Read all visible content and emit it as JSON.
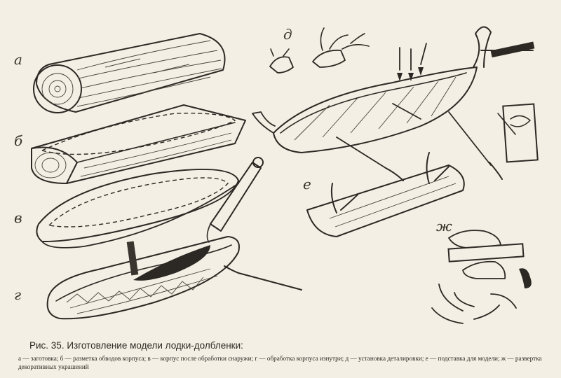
{
  "figure": {
    "labels": {
      "a": "а",
      "b": "б",
      "v": "в",
      "g": "г",
      "d": "д",
      "e": "е",
      "zh": "ж"
    }
  },
  "caption": {
    "title": "Рис. 35. Изготовление модели лодки-долбленки:",
    "body": "а — заготовка; б — разметка обводов корпуса; в — корпус после обработки снаружи; г — обработка корпуса изнутри; д — установка деталировки; е — подставка для модели; ж — развертка декоративных украшений"
  }
}
